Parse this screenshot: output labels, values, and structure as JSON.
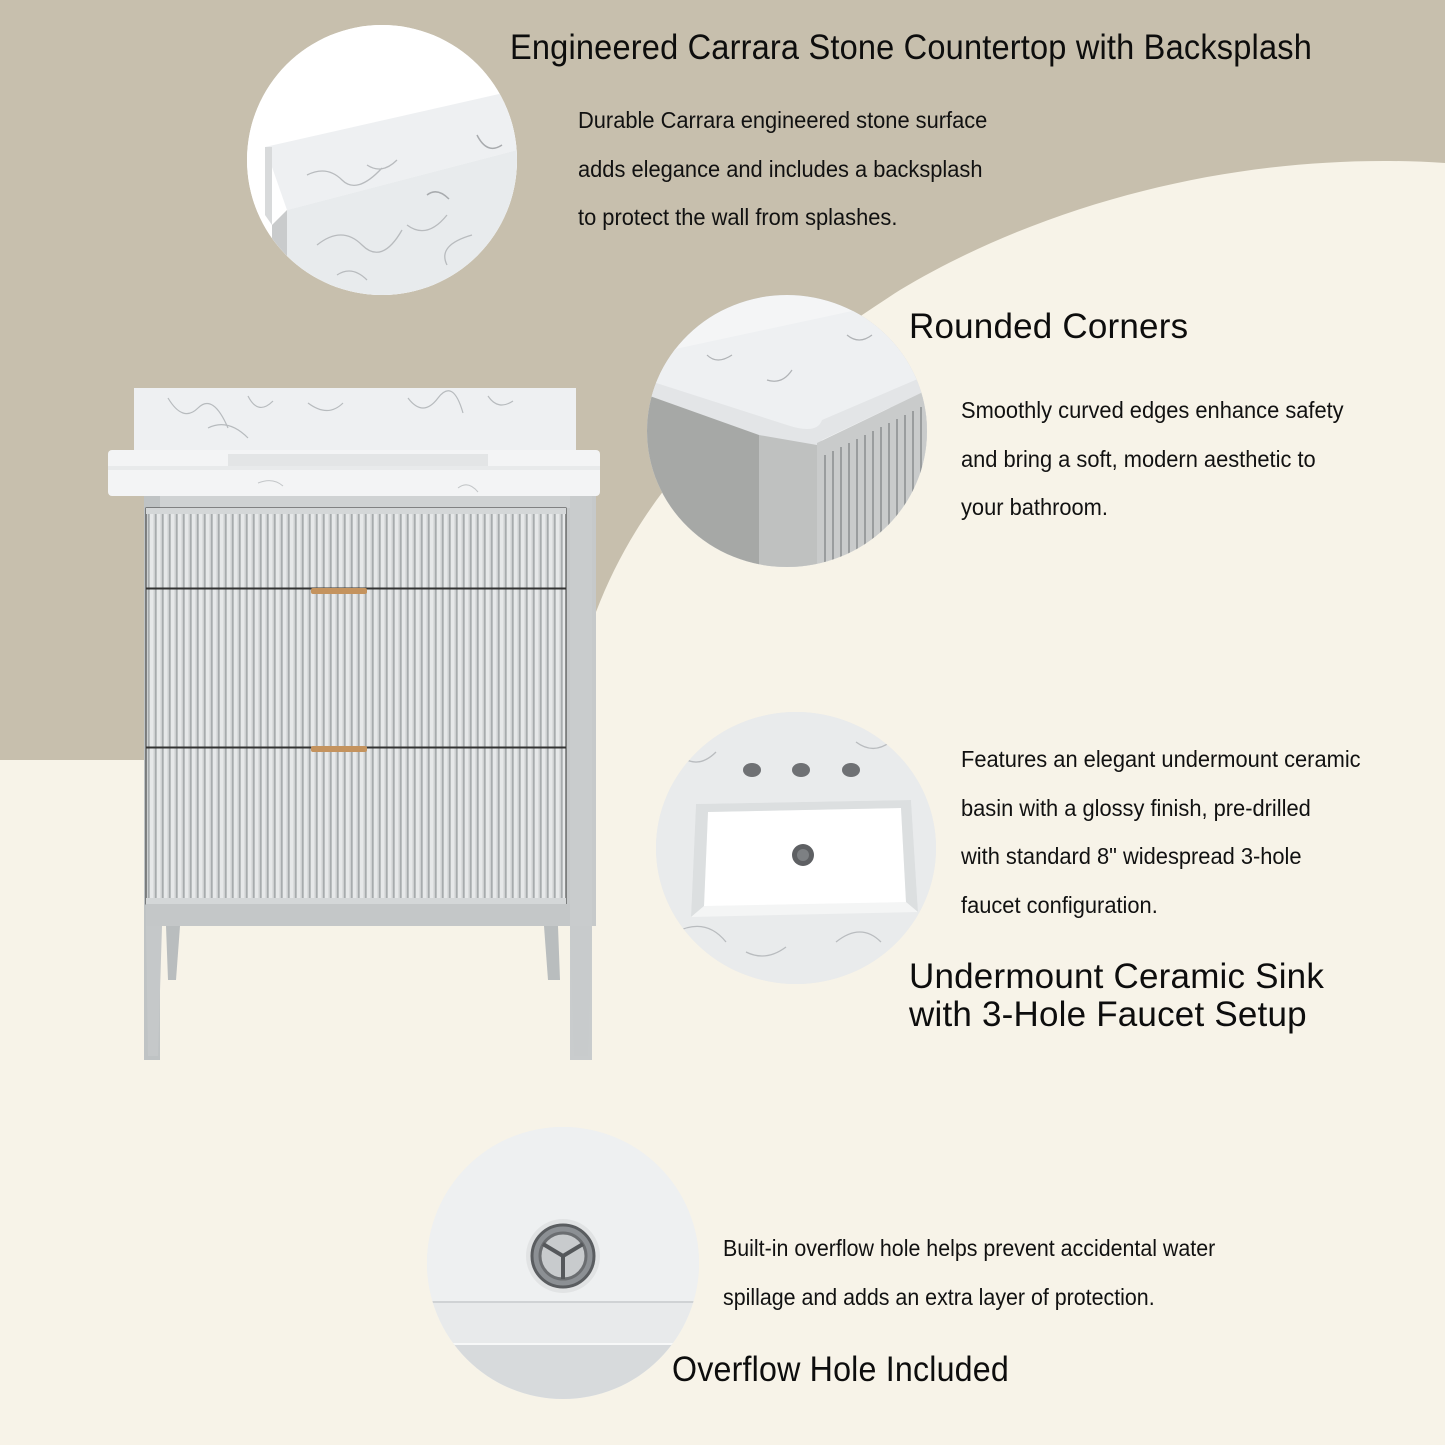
{
  "colors": {
    "background_cream": "#f7f3e8",
    "background_taupe": "#c7bfad",
    "text": "#111111",
    "vanity_gray": "#c4c7c8",
    "marble_white": "#eef0f1",
    "handle_gold": "#c4935e"
  },
  "features": [
    {
      "id": "countertop",
      "title": "Engineered Carrara Stone Countertop with Backsplash",
      "description_lines": [
        "Durable Carrara engineered stone surface",
        "adds elegance and includes a backsplash",
        "to protect the wall from splashes."
      ],
      "image": "countertop-backsplash-closeup"
    },
    {
      "id": "corners",
      "title": "Rounded Corners",
      "description_lines": [
        "Smoothly curved edges enhance safety",
        "and bring a soft, modern aesthetic to",
        "your bathroom."
      ],
      "image": "rounded-corner-closeup"
    },
    {
      "id": "sink",
      "title_lines": [
        "Undermount Ceramic Sink",
        "with 3-Hole Faucet Setup"
      ],
      "description_lines": [
        "Features an elegant undermount ceramic",
        "basin with a glossy finish, pre-drilled",
        "with standard 8\" widespread 3-hole",
        "faucet configuration."
      ],
      "image": "undermount-sink-closeup"
    },
    {
      "id": "overflow",
      "title": "Overflow Hole Included",
      "description_lines": [
        "Built-in overflow hole helps prevent accidental water",
        "spillage and adds an extra layer of protection."
      ],
      "image": "overflow-hole-closeup"
    }
  ],
  "product": {
    "image": "gray-fluted-bathroom-vanity",
    "drawers": 3,
    "handles": 2
  }
}
